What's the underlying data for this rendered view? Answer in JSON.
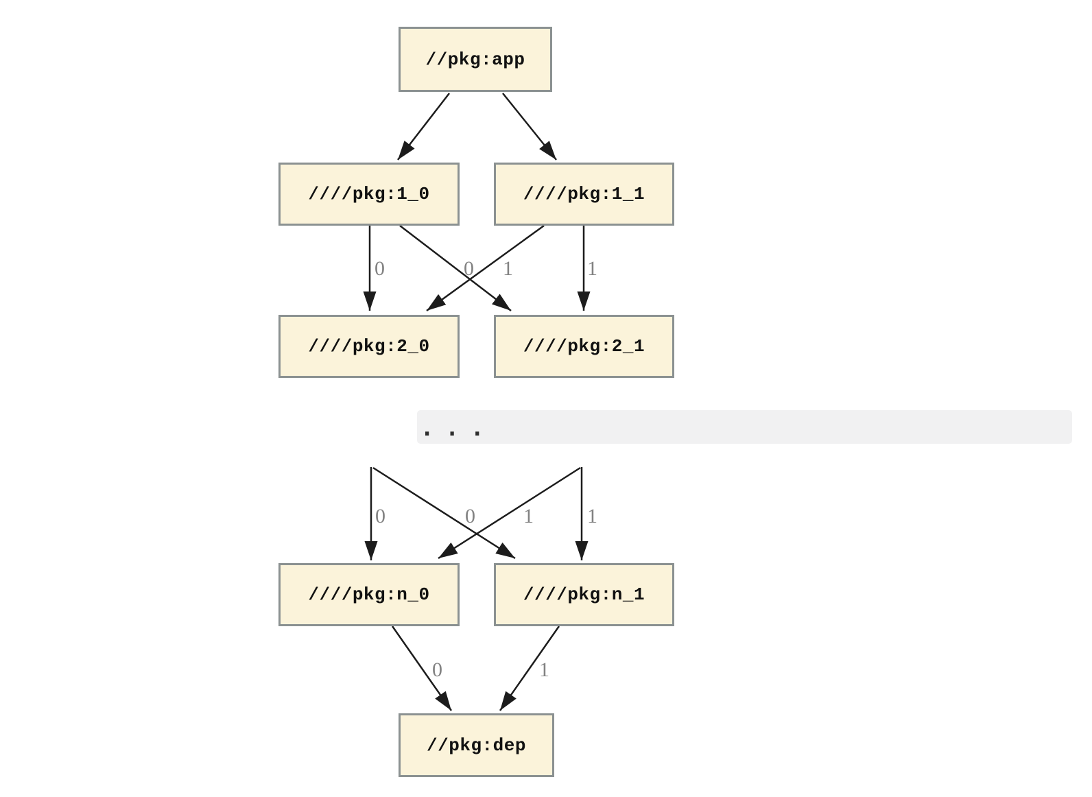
{
  "colors": {
    "node_fill": "#FBF3DA",
    "node_border": "#8B9191",
    "edge_color": "#1C1C1C",
    "edge_label_color": "#828282",
    "bar_color": "#F1F1F2",
    "dots_color": "#2D2D2D"
  },
  "nodes": {
    "app": {
      "label": "//pkg:app"
    },
    "dep1_0": {
      "label": "////pkg:1_0"
    },
    "dep1_1": {
      "label": "////pkg:1_1"
    },
    "dep2_0": {
      "label": "////pkg:2_0"
    },
    "dep2_1": {
      "label": "////pkg:2_1"
    },
    "depn_0": {
      "label": "////pkg:n_0"
    },
    "depn_1": {
      "label": "////pkg:n_1"
    },
    "dep": {
      "label": "//pkg:dep"
    }
  },
  "ellipsis_text": ". . .",
  "edge_labels": {
    "e1_0_to_2_0": "0",
    "e1_1_to_2_0": "0",
    "e1_0_to_2_1": "1",
    "e1_1_to_2_1": "1",
    "eprev_to_n_0": "0",
    "eprev_to_n_0_cross": "0",
    "eprev_to_n_1_cross": "1",
    "eprev_to_n_1": "1",
    "en_0_to_dep": "0",
    "en_1_to_dep": "1"
  }
}
